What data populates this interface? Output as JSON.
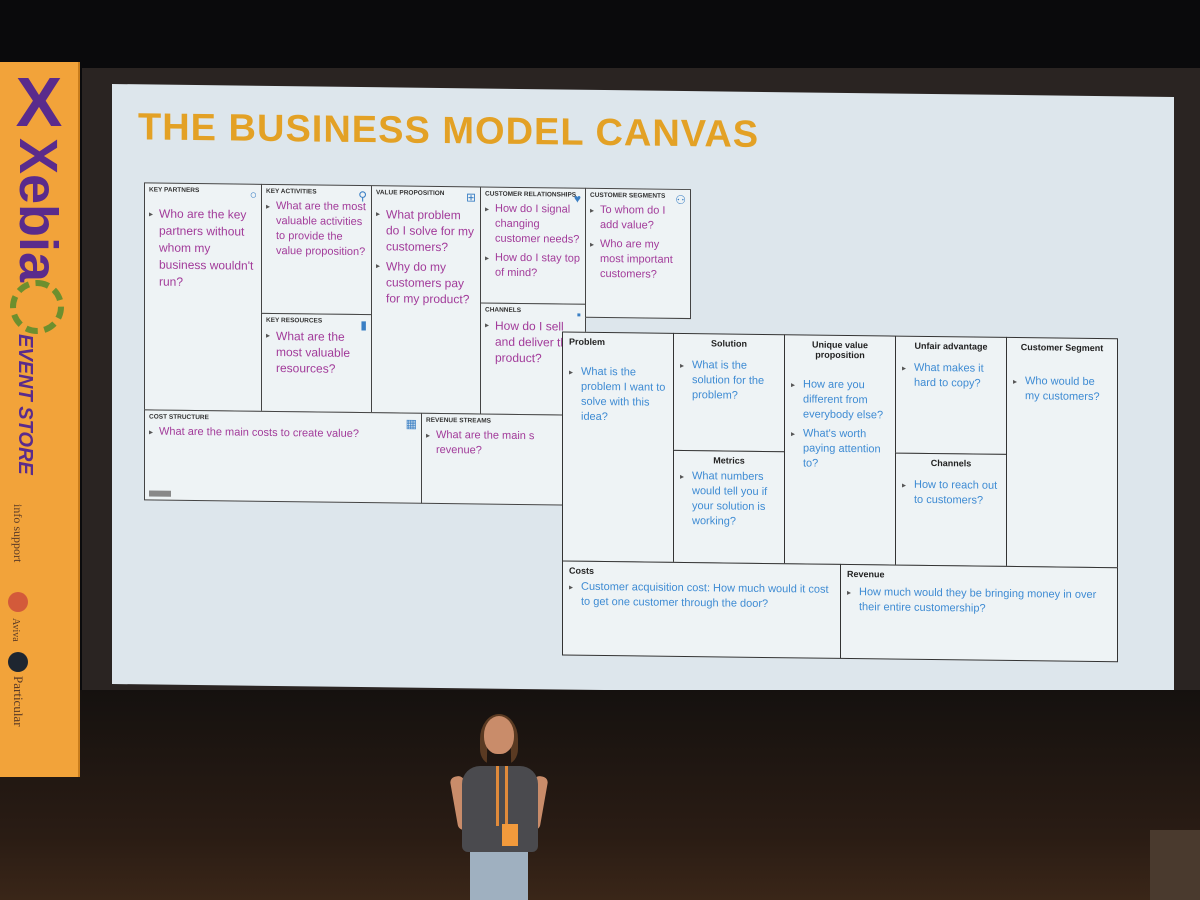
{
  "banner": {
    "brand": "Xebia",
    "event": "EVENT STORE",
    "sponsors": [
      "info support",
      "Aviva",
      "Particular"
    ]
  },
  "slide": {
    "title": "THE BUSINESS MODEL CANVAS"
  },
  "bmc": {
    "key_partners": {
      "heading": "Key Partners",
      "questions": [
        "Who are the key partners without whom my business wouldn't run?"
      ]
    },
    "key_activities": {
      "heading": "Key Activities",
      "questions": [
        "What are the most valuable activities to provide the value proposition?"
      ]
    },
    "key_resources": {
      "heading": "Key Resources",
      "questions": [
        "What are the most valuable resources?"
      ]
    },
    "value_proposition": {
      "heading": "Value Proposition",
      "questions": [
        "What problem do I solve for my customers?",
        "Why do my customers pay for my product?"
      ]
    },
    "customer_relationships": {
      "heading": "Customer Relationships",
      "questions": [
        "How do I signal changing customer needs?",
        "How do I stay top of mind?"
      ]
    },
    "channels": {
      "heading": "Channels",
      "questions": [
        "How do I sell and deliver the product?"
      ]
    },
    "customer_segments": {
      "heading": "Customer Segments",
      "questions": [
        "To whom do I add value?",
        "Who are my most important customers?"
      ]
    },
    "cost_structure": {
      "heading": "Cost Structure",
      "questions": [
        "What are the main costs to create value?"
      ]
    },
    "revenue_streams": {
      "heading": "Revenue Streams",
      "questions": [
        "What are the main s revenue?"
      ]
    }
  },
  "lean": {
    "problem": {
      "heading": "Problem",
      "questions": [
        "What is the problem I want to solve with this idea?"
      ]
    },
    "solution": {
      "heading": "Solution",
      "questions": [
        "What is the solution for the problem?"
      ]
    },
    "metrics": {
      "heading": "Metrics",
      "questions": [
        "What numbers would tell you if your solution is working?"
      ]
    },
    "uvp": {
      "heading": "Unique value proposition",
      "questions": [
        "How are you different from everybody else?",
        "What's worth paying attention to?"
      ]
    },
    "unfair": {
      "heading": "Unfair advantage",
      "questions": [
        "What makes it hard to copy?"
      ]
    },
    "channels": {
      "heading": "Channels",
      "questions": [
        "How to reach out to customers?"
      ]
    },
    "segment": {
      "heading": "Customer Segment",
      "questions": [
        "Who would be my customers?"
      ]
    },
    "costs": {
      "heading": "Costs",
      "questions": [
        "Customer acquisition cost: How much would it cost to get one customer through the door?"
      ]
    },
    "revenue": {
      "heading": "Revenue",
      "questions": [
        "How much would they be bringing money in over their entire customership?"
      ]
    }
  },
  "colors": {
    "title": "#e3a125",
    "bmc_text": "#a23b9a",
    "lean_text": "#3e8bd3",
    "banner": "#f2a33a",
    "brand": "#5a2b8c"
  }
}
